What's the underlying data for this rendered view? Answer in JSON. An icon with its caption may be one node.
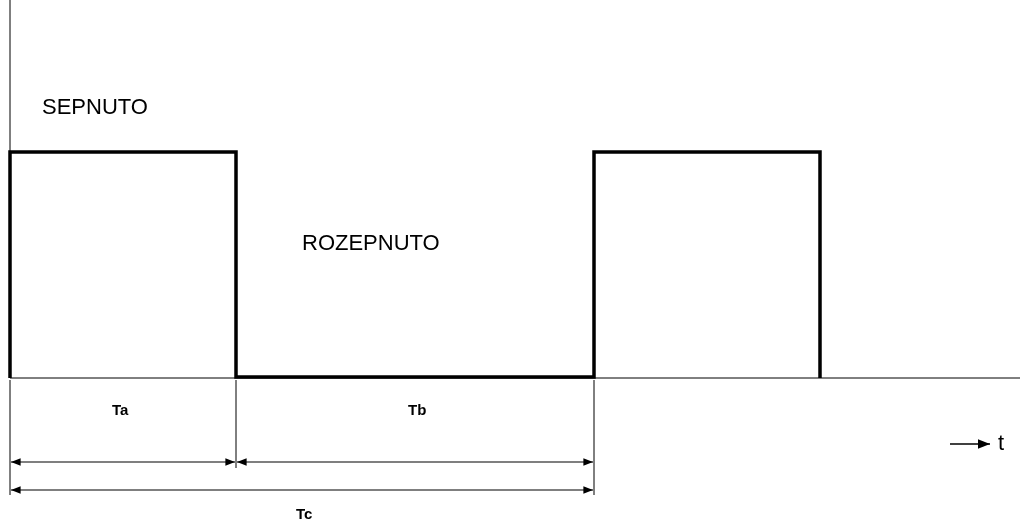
{
  "diagram": {
    "labels": [
      "SEPNUTO",
      "ROZEPNUTO",
      "Ta",
      "Tb",
      "t",
      "Tc"
    ]
  }
}
